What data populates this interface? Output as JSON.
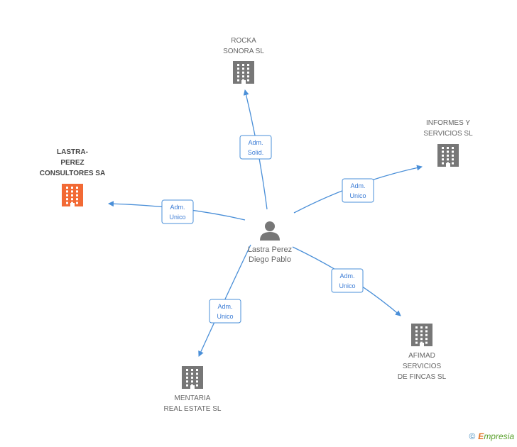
{
  "colors": {
    "edge": "#4a8fd8",
    "building": "#777777",
    "building_focus": "#f26a35",
    "person": "#777777"
  },
  "center": {
    "label_lines": [
      "Lastra Perez",
      "Diego Pablo"
    ],
    "icon": "person-icon"
  },
  "companies": [
    {
      "id": "rocka",
      "label_lines": [
        "ROCKA",
        "SONORA SL"
      ],
      "icon": "building-icon",
      "focus": false
    },
    {
      "id": "informes",
      "label_lines": [
        "INFORMES Y",
        "SERVICIOS SL"
      ],
      "icon": "building-icon",
      "focus": false
    },
    {
      "id": "lastra",
      "label_lines": [
        "LASTRA-",
        "PEREZ",
        "CONSULTORES SA"
      ],
      "icon": "building-icon",
      "focus": true
    },
    {
      "id": "afimad",
      "label_lines": [
        "AFIMAD",
        "SERVICIOS",
        "DE FINCAS SL"
      ],
      "icon": "building-icon",
      "focus": false
    },
    {
      "id": "mentaria",
      "label_lines": [
        "MENTARIA",
        "REAL ESTATE SL"
      ],
      "icon": "building-icon",
      "focus": false
    }
  ],
  "relations": [
    {
      "to": "rocka",
      "label_lines": [
        "Adm.",
        "Solid."
      ]
    },
    {
      "to": "informes",
      "label_lines": [
        "Adm.",
        "Unico"
      ]
    },
    {
      "to": "lastra",
      "label_lines": [
        "Adm.",
        "Unico"
      ]
    },
    {
      "to": "afimad",
      "label_lines": [
        "Adm.",
        "Unico"
      ]
    },
    {
      "to": "mentaria",
      "label_lines": [
        "Adm.",
        "Unico"
      ]
    }
  ],
  "footer": {
    "copyright": "©",
    "brand_initial": "E",
    "brand_rest": "mpresia"
  }
}
